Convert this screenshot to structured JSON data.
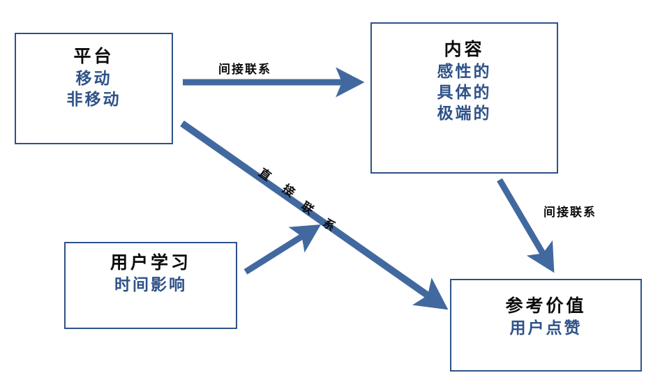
{
  "diagram": {
    "title": "",
    "colors": {
      "box_border": "#2e5288",
      "arrow": "#41699f",
      "title_text": "#0b0b0b",
      "sub_text": "#2e5288",
      "background": "#ffffff"
    },
    "nodes": [
      {
        "id": "platform",
        "title": "平台",
        "subs": [
          "移动",
          "非移动"
        ]
      },
      {
        "id": "content",
        "title": "内容",
        "subs": [
          "感性的",
          "具体的",
          "极端的"
        ]
      },
      {
        "id": "learning",
        "title": "用户学习",
        "subs": [
          "时间影响"
        ]
      },
      {
        "id": "reference",
        "title": "参考价值",
        "subs": [
          "用户点赞"
        ]
      }
    ],
    "edges": [
      {
        "id": "platform-to-content",
        "label": "间接联系",
        "from": "platform",
        "to": "content"
      },
      {
        "id": "platform-to-reference",
        "label": "直接联系",
        "label_chars": [
          "直",
          "接",
          "联",
          "系"
        ],
        "from": "platform",
        "to": "reference"
      },
      {
        "id": "content-to-reference",
        "label": "间接联系",
        "from": "content",
        "to": "reference"
      },
      {
        "id": "learning-to-platform-edge",
        "label": "",
        "from": "learning",
        "to": "platform-to-reference"
      }
    ]
  }
}
